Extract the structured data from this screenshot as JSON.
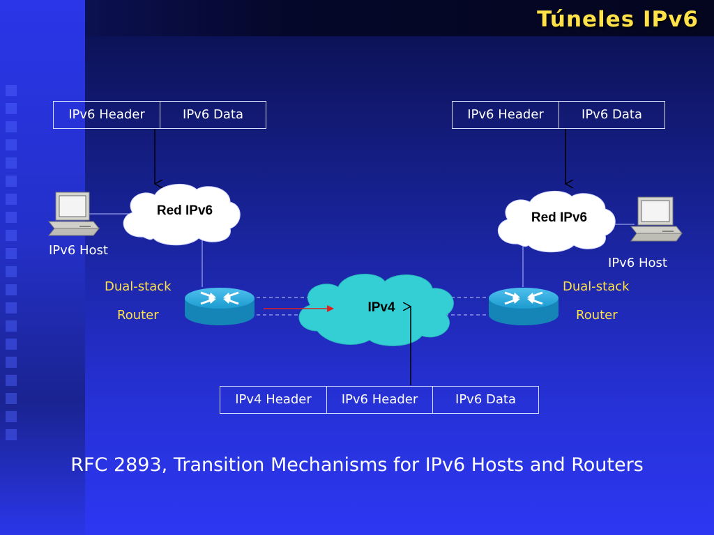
{
  "title": "Túneles  IPv6",
  "left_packet": [
    "IPv6 Header",
    "IPv6 Data"
  ],
  "right_packet": [
    "IPv6 Header",
    "IPv6 Data"
  ],
  "tunnel_packet": [
    "IPv4 Header",
    "IPv6 Header",
    "IPv6 Data"
  ],
  "left_cloud_label": "Red IPv6",
  "right_cloud_label": "Red IPv6",
  "ipv4_cloud_label": "IPv4",
  "left_host_label": "IPv6 Host",
  "right_host_label": "IPv6 Host",
  "left_router_label_line1": "Dual-stack",
  "left_router_label_line2": "Router",
  "right_router_label_line1": "Dual-stack",
  "right_router_label_line2": "Router",
  "footer": "RFC 2893, Transition Mechanisms for IPv6 Hosts and Routers",
  "colors": {
    "title": "#ffe14a",
    "labels": "#ffffff",
    "router_labels": "#ffe14a",
    "cloud_white": "#ffffff",
    "cloud_ipv4": "#34cfd4",
    "router_body": "#1a8fc0",
    "tunnel_arrow": "#e02020"
  }
}
